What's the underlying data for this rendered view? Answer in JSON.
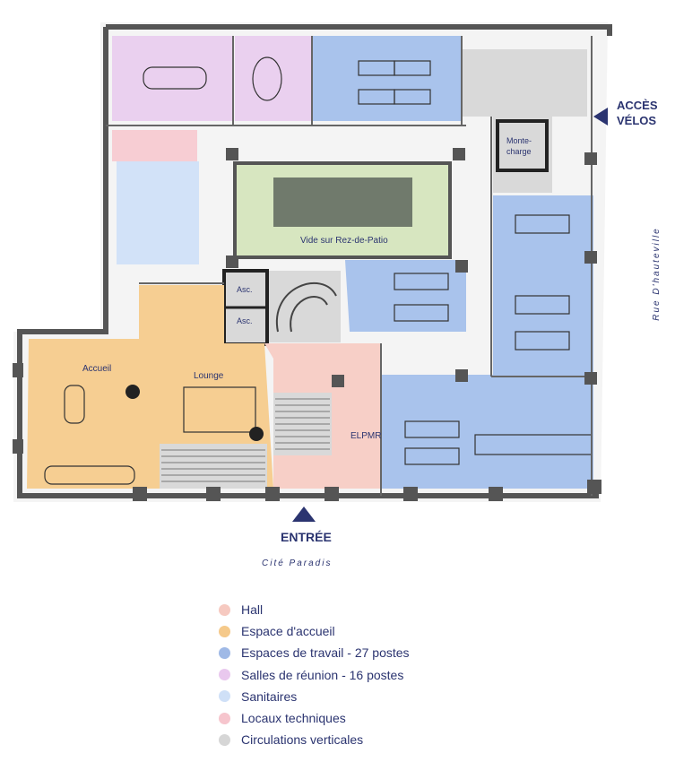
{
  "labels": {
    "velo_line1": "ACCÈS",
    "velo_line2": "VÉLOS",
    "street_right": "Rue D'hauteville",
    "street_bottom": "Cité Paradis",
    "entree": "ENTRÉE",
    "patio": "Vide sur Rez-de-Patio",
    "accueil": "Accueil",
    "lounge": "Lounge",
    "elpmr": "ELPMR",
    "monte_line1": "Monte-",
    "monte_line2": "charge",
    "asc1": "Asc.",
    "asc2": "Asc."
  },
  "legend": [
    {
      "label": "Hall",
      "color": "#f6c9c0"
    },
    {
      "label": "Espace d'accueil",
      "color": "#f5c98a"
    },
    {
      "label": "Espaces de travail - 27 postes",
      "color": "#9fb9e6"
    },
    {
      "label": "Salles de réunion - 16 postes",
      "color": "#e9c8ee"
    },
    {
      "label": "Sanitaires",
      "color": "#cfe0f7"
    },
    {
      "label": "Locaux techniques",
      "color": "#f6c5cd"
    },
    {
      "label": "Circulations verticales",
      "color": "#d6d6d6"
    }
  ]
}
